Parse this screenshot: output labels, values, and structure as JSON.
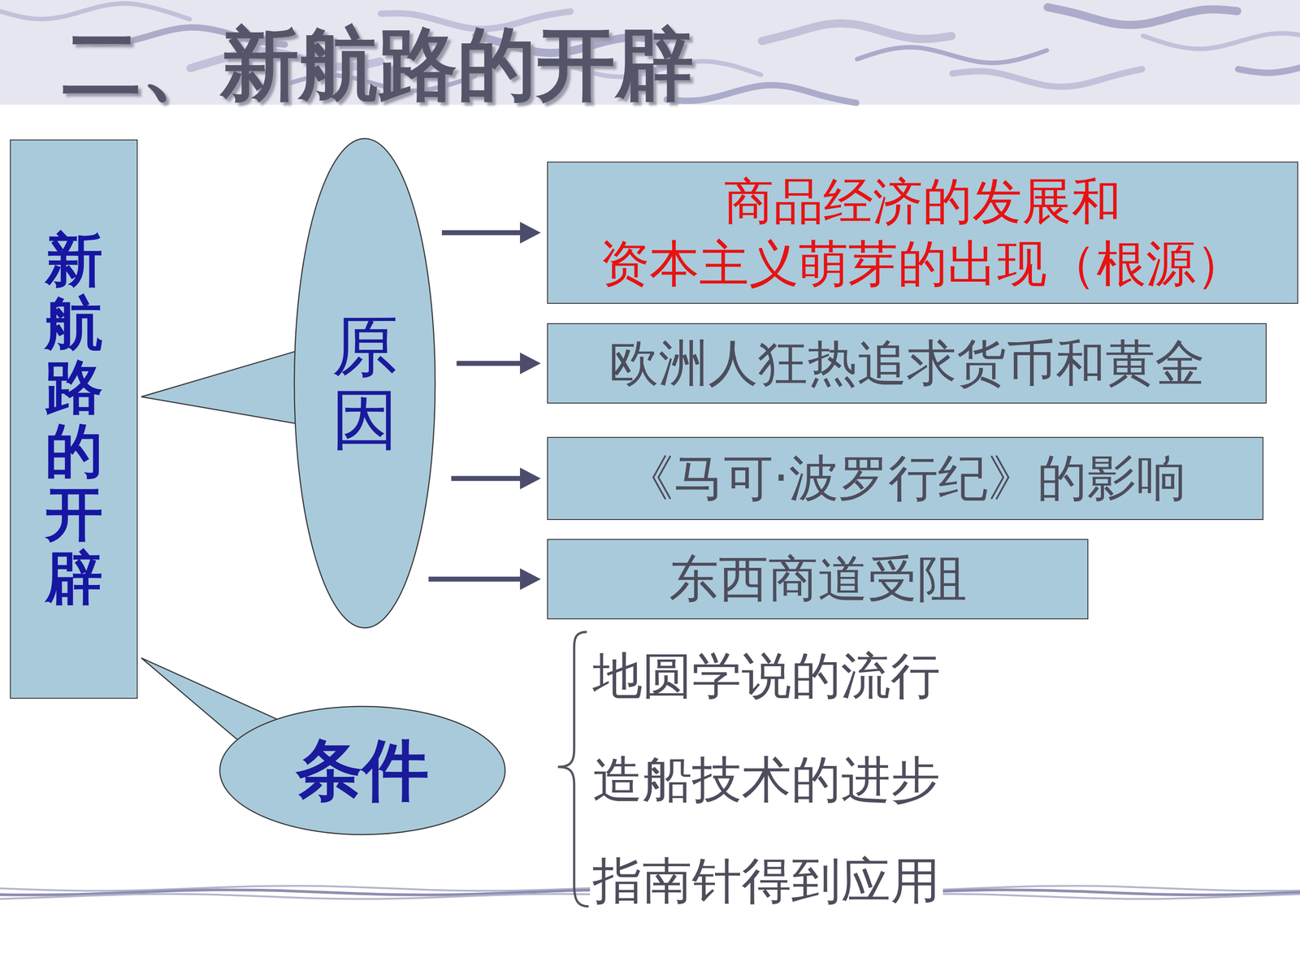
{
  "diagram": {
    "title": "二、新航路的开辟",
    "nodes": [
      {
        "text": [
          "新航路的开辟"
        ]
      },
      {
        "text": [
          "原因"
        ]
      },
      {
        "text": [
          "条件"
        ]
      },
      {
        "text": [
          "商品经济的发展和 资本主义萌芽的出现（根源）"
        ]
      },
      {
        "text": [
          "欧洲人狂热追求货币和黄金"
        ]
      },
      {
        "text": [
          "《马可·波罗行纪》的影响"
        ]
      },
      {
        "text": [
          "东西商道受阻"
        ]
      }
    ],
    "edges": [
      {
        "from": 0,
        "to": 1,
        "arrow": "none"
      },
      {
        "from": 0,
        "to": 2,
        "arrow": "none"
      },
      {
        "from": 1,
        "to": 3,
        "arrow": "to"
      },
      {
        "from": 1,
        "to": 4,
        "arrow": "to"
      },
      {
        "from": 1,
        "to": 5,
        "arrow": "to"
      },
      {
        "from": 1,
        "to": 6,
        "arrow": "to"
      }
    ],
    "labels": [
      "地圆学说的流行",
      "造船技术的进步",
      "指南针得到应用"
    ]
  }
}
